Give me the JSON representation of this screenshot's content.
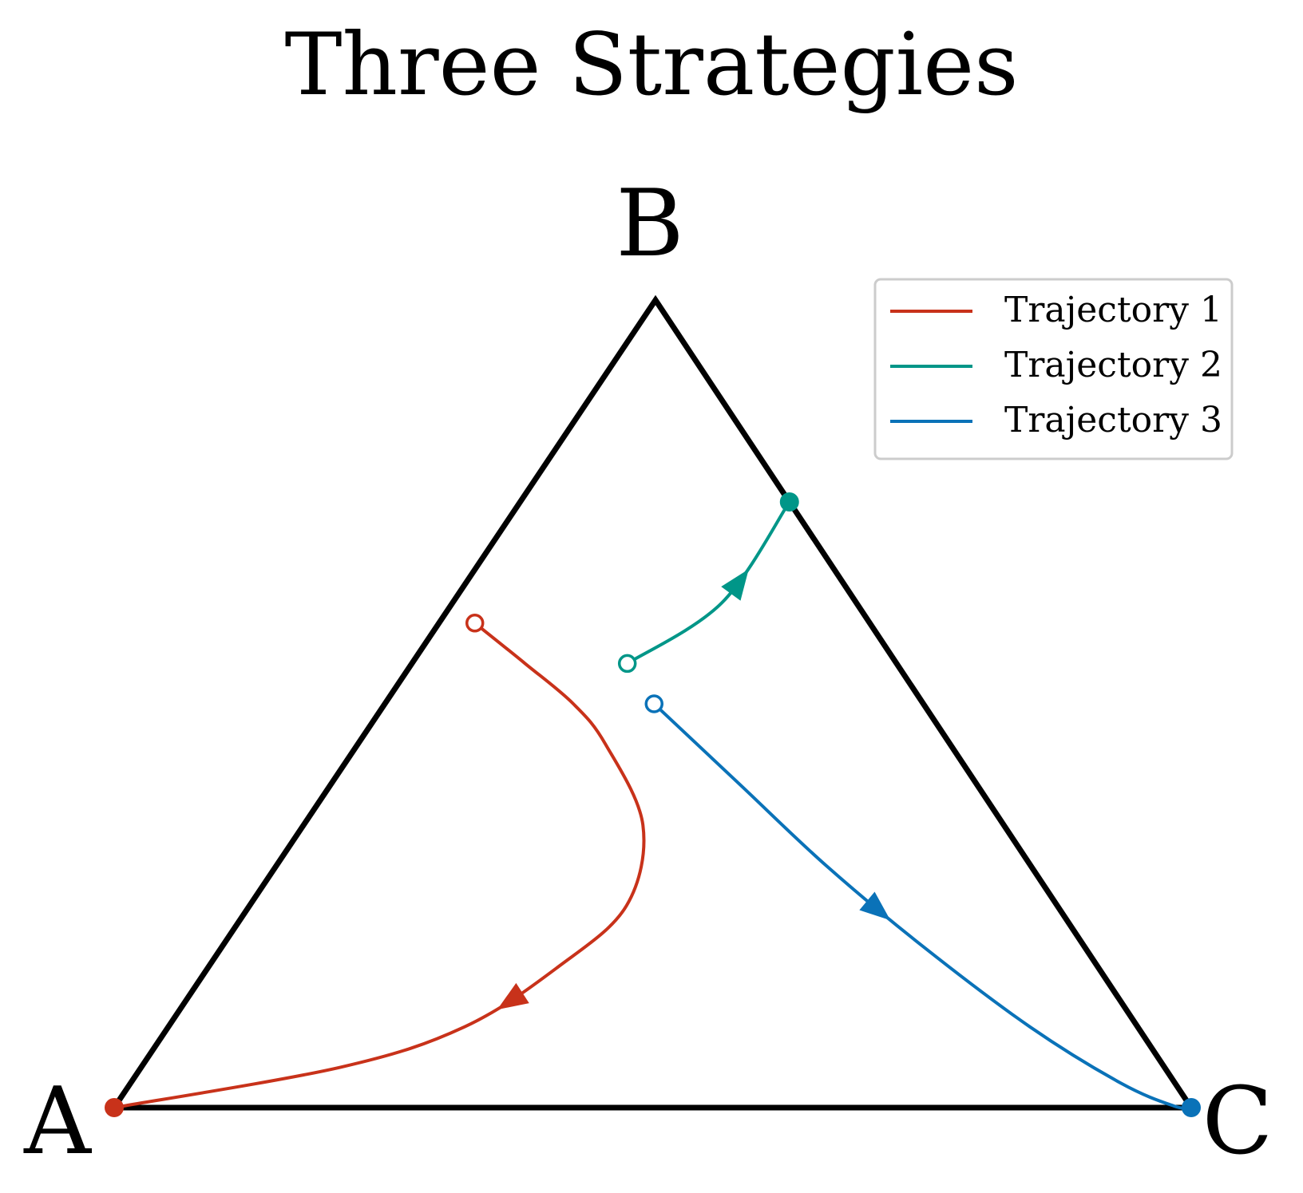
{
  "chart_data": {
    "type": "line",
    "subtype": "ternary-simplex",
    "title": "Three Strategies",
    "vertices": [
      {
        "label": "A",
        "coords": [
          1,
          0,
          0
        ]
      },
      {
        "label": "B",
        "coords": [
          0,
          1,
          0
        ]
      },
      {
        "label": "C",
        "coords": [
          0,
          0,
          1
        ]
      }
    ],
    "legend": {
      "position": "top-right"
    },
    "grid": false,
    "series": [
      {
        "name": "Trajectory 1",
        "color": "#c8321a",
        "start_marker": "open-circle",
        "end_marker": "filled-circle",
        "arrow_at": 0.55,
        "points": [
          [
            0.3667,
            0.6,
            0.0333
          ],
          [
            0.345,
            0.55,
            0.105
          ],
          [
            0.325,
            0.5,
            0.175
          ],
          [
            0.32,
            0.45,
            0.23
          ],
          [
            0.335,
            0.35,
            0.315
          ],
          [
            0.4,
            0.25,
            0.35
          ],
          [
            0.5,
            0.175,
            0.325
          ],
          [
            0.625,
            0.1,
            0.275
          ],
          [
            0.765,
            0.05,
            0.185
          ],
          [
            1.0,
            0.0,
            0.0
          ]
        ]
      },
      {
        "name": "Trajectory 2",
        "color": "#009688",
        "start_marker": "open-circle",
        "end_marker": "filled-circle",
        "arrow_at": 0.6,
        "points": [
          [
            0.25,
            0.55,
            0.2
          ],
          [
            0.125,
            0.625,
            0.25
          ],
          [
            0.0,
            0.75,
            0.25
          ]
        ]
      },
      {
        "name": "Trajectory 3",
        "color": "#0a72b8",
        "start_marker": "open-circle",
        "end_marker": "filled-circle",
        "arrow_at": 0.45,
        "points": [
          [
            0.25,
            0.5,
            0.25
          ],
          [
            0.22,
            0.4,
            0.38
          ],
          [
            0.19,
            0.3,
            0.51
          ],
          [
            0.15,
            0.2,
            0.65
          ],
          [
            0.1,
            0.1,
            0.8
          ],
          [
            0.05,
            0.03,
            0.92
          ],
          [
            0.015,
            0.002,
            0.983
          ],
          [
            0.0,
            0.0,
            1.0
          ]
        ]
      }
    ]
  }
}
